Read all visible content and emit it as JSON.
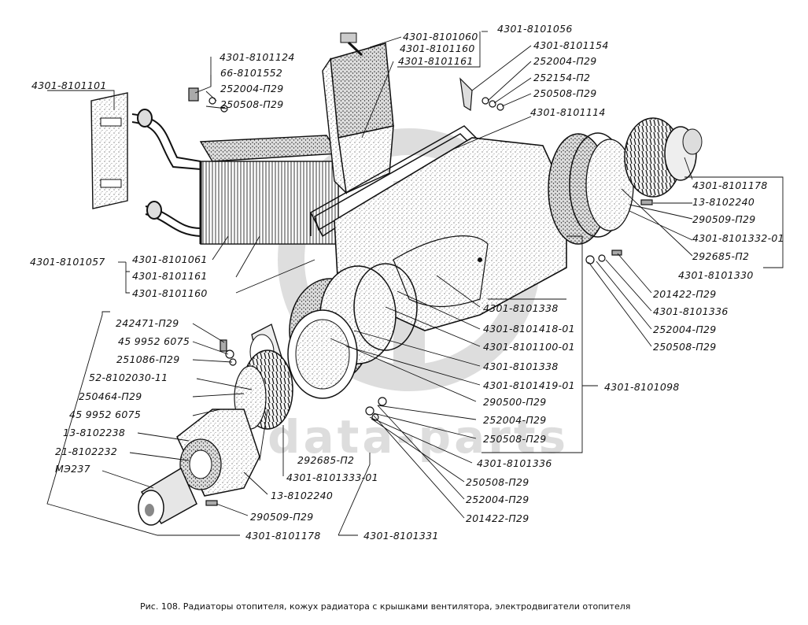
{
  "caption": "Рис. 108. Радиаторы отопителя, кожух радиатора с крышками вентилятора, электродвигатели отопителя",
  "watermark": "data-parts",
  "labels": {
    "l01": "4301-8101060",
    "l02": "4301-8101056",
    "l03": "4301-8101160",
    "l04": "4301-8101154",
    "l05": "4301-8101161",
    "l06": "252004-П29",
    "l07": "4301-8101124",
    "l08": "66-8101552",
    "l09": "252154-П2",
    "l10": "252004-П29",
    "l11": "250508-П29",
    "l12": "250508-П29",
    "l13": "4301-8101101",
    "l14": "4301-8101114",
    "l15": "4301-8101178",
    "l16": "13-8102240",
    "l17": "290509-П29",
    "l18": "4301-8101332-01",
    "l19": "292685-П2",
    "l20": "4301-8101330",
    "l21": "4301-8101057",
    "l22": "4301-8101061",
    "l23": "4301-8101161",
    "l24": "4301-8101160",
    "l25": "201422-П29",
    "l26": "4301-8101338",
    "l27": "4301-8101336",
    "l28": "242471-П29",
    "l29": "4301-8101418-01",
    "l30": "252004-П29",
    "l31": "45 9952 6075",
    "l32": "4301-8101100-01",
    "l33": "250508-П29",
    "l34": "251086-П29",
    "l35": "4301-8101338",
    "l36": "52-8102030-11",
    "l37": "4301-8101419-01",
    "l38": "4301-8101098",
    "l39": "250464-П29",
    "l40": "290500-П29",
    "l41": "45 9952 6075",
    "l42": "252004-П29",
    "l43": "13-8102238",
    "l44": "250508-П29",
    "l45": "21-8102232",
    "l46": "292685-П2",
    "l47": "4301-8101336",
    "l48": "МЭ237",
    "l49": "4301-8101333-01",
    "l50": "250508-П29",
    "l51": "13-8102240",
    "l52": "252004-П29",
    "l53": "290509-П29",
    "l54": "201422-П29",
    "l55": "4301-8101178",
    "l56": "4301-8101331"
  }
}
